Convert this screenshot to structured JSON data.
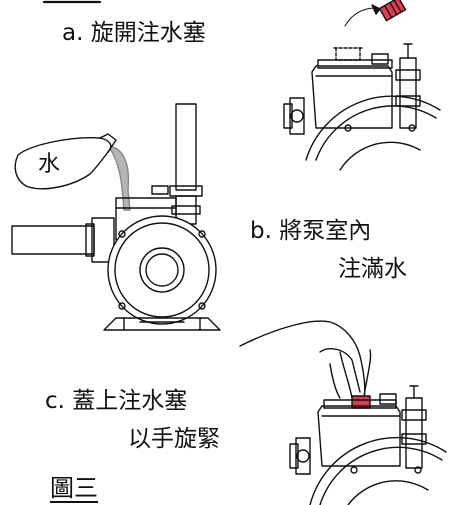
{
  "steps": {
    "a": "a. 旋開注水塞",
    "b_line1": "b. 將泵室內",
    "b_line2": "注滿水",
    "c_line1": "c. 蓋上注水塞",
    "c_line2": "以手旋緊"
  },
  "bottle_label": "水",
  "figure_label": "圖三",
  "colors": {
    "plug": "#e03a52",
    "water": "#b5b5b5",
    "line": "#111111"
  }
}
